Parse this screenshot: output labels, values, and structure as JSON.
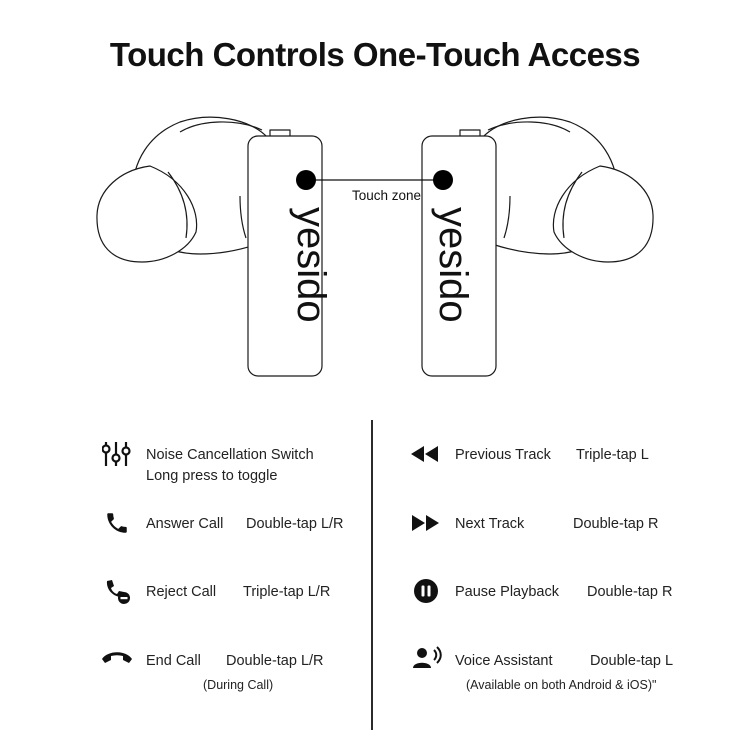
{
  "title": "Touch Controls One-Touch Access",
  "illustration": {
    "brand_logo": "yesido",
    "touch_zone_label": "Touch zone"
  },
  "controls_left": [
    {
      "icon": "sliders-icon",
      "name": "Noise Cancellation Switch",
      "gesture": "",
      "detail": "Long press to toggle"
    },
    {
      "icon": "phone-icon",
      "name": "Answer Call",
      "gesture": "Double-tap L/R",
      "detail": ""
    },
    {
      "icon": "reject-call-icon",
      "name": "Reject Call",
      "gesture": "Triple-tap L/R",
      "detail": ""
    },
    {
      "icon": "hang-up-icon",
      "name": "End Call",
      "gesture": "Double-tap L/R",
      "detail": "(During Call)"
    }
  ],
  "controls_right": [
    {
      "icon": "rewind-icon",
      "name": "Previous Track",
      "gesture": "Triple-tap L",
      "detail": ""
    },
    {
      "icon": "fast-forward-icon",
      "name": "Next Track",
      "gesture": "Double-tap R",
      "detail": ""
    },
    {
      "icon": "pause-icon",
      "name": "Pause Playback",
      "gesture": "Double-tap R",
      "detail": ""
    },
    {
      "icon": "voice-assistant-icon",
      "name": "Voice Assistant",
      "gesture": "Double-tap L",
      "detail": "(Available on both Android & iOS)\""
    }
  ]
}
